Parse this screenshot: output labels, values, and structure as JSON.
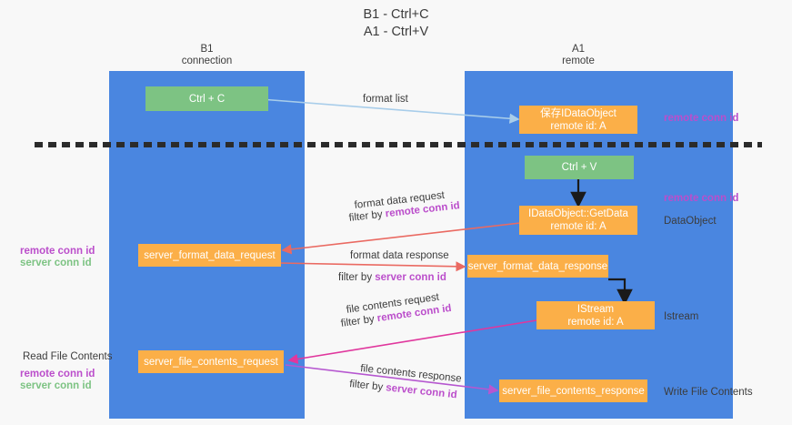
{
  "title": {
    "line1": "B1 - Ctrl+C",
    "line2": "A1 - Ctrl+V"
  },
  "lanes": [
    {
      "id": "b1",
      "name": "B1",
      "role": "connection"
    },
    {
      "id": "a1",
      "name": "A1",
      "role": "remote"
    }
  ],
  "nodes": {
    "ctrl_c": {
      "label": "Ctrl + C"
    },
    "save_idataobject": {
      "line1": "保存IDataObject",
      "line2": "remote id: A"
    },
    "ctrl_v": {
      "label": "Ctrl + V"
    },
    "idataobject_getdata": {
      "line1": "IDataObject::GetData",
      "line2": "remote id: A"
    },
    "server_format_data_request": {
      "label": "server_format_data_request"
    },
    "server_format_data_response": {
      "label": "server_format_data_response"
    },
    "istream": {
      "line1": "IStream",
      "line2": "remote id: A"
    },
    "server_file_contents_request": {
      "label": "server_file_contents_request"
    },
    "server_file_contents_response": {
      "label": "server_file_contents_response"
    }
  },
  "edge_labels": {
    "format_list": "format list",
    "format_data_request": "format data request",
    "format_data_request_filter_prefix": "filter by ",
    "format_data_request_filter_key": "remote conn id",
    "format_data_response": "format data response",
    "format_data_response_filter_prefix": "filter by ",
    "format_data_response_filter_key": "server conn id",
    "file_contents_request": "file contents request",
    "file_contents_request_filter_prefix": "filter by ",
    "file_contents_request_filter_key": "remote conn id",
    "file_contents_response": "file contents response",
    "file_contents_response_filter_prefix": "filter by ",
    "file_contents_response_filter_key": "server conn id"
  },
  "annotations": {
    "right_remote_conn_id_top": "remote conn id",
    "right_remote_conn_id_mid": "remote conn id",
    "right_dataobject": "DataObject",
    "right_istream": "Istream",
    "right_write_file_contents": "Write File Contents",
    "left_remote_conn_id_mid": "remote conn id",
    "left_server_conn_id_mid": "server conn id",
    "left_read_file_contents": "Read File Contents",
    "left_remote_conn_id_bottom": "remote conn id",
    "left_server_conn_id_bottom": "server conn id"
  },
  "colors": {
    "lane": "#4a86e0",
    "green_node": "#7dc383",
    "orange_node": "#fbaf48",
    "purple_text": "#bb4ecb",
    "green_text": "#7dc383",
    "arrow_light_blue": "#a8cdea",
    "arrow_red": "#ea6a62",
    "arrow_magenta": "#e0379d",
    "arrow_purple": "#b657d0",
    "arrow_black": "#1a1a1a",
    "background": "#f8f8f8",
    "text": "#3c3c3c"
  }
}
